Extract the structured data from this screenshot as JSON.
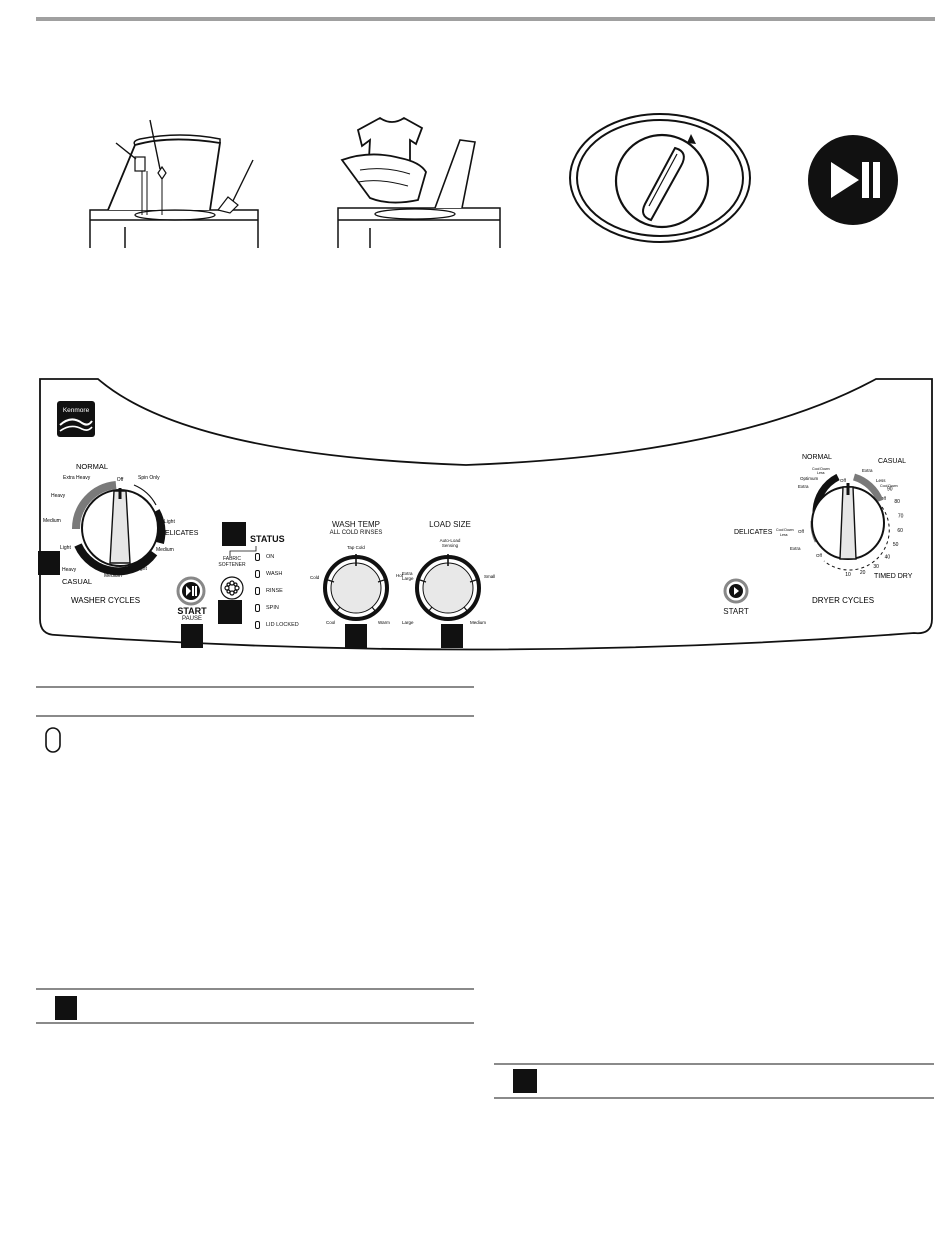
{
  "control_panel": {
    "brand": "Kenmore",
    "washer": {
      "normal_label": "NORMAL",
      "casual_label": "CASUAL",
      "delicates_label": "DELICATES",
      "cycles_label": "WASHER CYCLES",
      "dial_settings": {
        "extra_heavy": "Extra Heavy",
        "off": "Off",
        "spin_only": "Spin Only",
        "heavy_top": "Heavy",
        "medium_left": "Medium",
        "light_left": "Light",
        "light_right": "Light",
        "medium_right": "Medium",
        "light_bottom": "Light",
        "heavy_bottom": "Heavy",
        "medium_bottom": "Medium"
      }
    },
    "start_pause": {
      "start": "START",
      "pause": "PAUSE"
    },
    "fabric_softener": {
      "line1": "FABRIC",
      "line2": "SOFTENER"
    },
    "status": {
      "title": "STATUS",
      "lights": [
        "ON",
        "WASH",
        "RINSE",
        "SPIN",
        "LID LOCKED"
      ]
    },
    "wash_temp": {
      "title": "WASH TEMP",
      "subtitle": "ALL COLD RINSES",
      "settings": {
        "tap_cold": "Tap Cold",
        "cold": "Cold",
        "hot": "Hot",
        "cool": "Cool",
        "warm": "Warm"
      }
    },
    "load_size": {
      "title": "LOAD SIZE",
      "auto_line1": "Auto-Load",
      "auto_line2": "Sensing",
      "settings": {
        "extra": "Extra",
        "large_top": "Large",
        "small": "Small",
        "large": "Large",
        "medium": "Medium"
      }
    },
    "dryer": {
      "normal_label": "NORMAL",
      "casual_label": "CASUAL",
      "delicates_label": "DELICATES",
      "start_label": "START",
      "cycles_label": "DRYER CYCLES",
      "timed_dry_label": "TIMED DRY",
      "dial_settings": {
        "cool_down": "Cool Down",
        "less": "Less",
        "optimum": "Optimum",
        "extra_left": "Extra",
        "off_top": "Off",
        "extra_right": "Extra",
        "less_right": "Less",
        "cool_down_right": "Cool Down",
        "off_right": "Off",
        "off_left": "Off",
        "cool_down_del": "Cool Down",
        "less_del": "Less",
        "extra_del": "Extra",
        "off_bottom": "Off"
      },
      "timed_values": [
        "90",
        "80",
        "70",
        "60",
        "50",
        "40",
        "30",
        "20",
        "10"
      ]
    }
  },
  "colors": {
    "ink": "#111111",
    "rule": "#8a8a8a",
    "dial_grey": "#7a7a7a"
  }
}
